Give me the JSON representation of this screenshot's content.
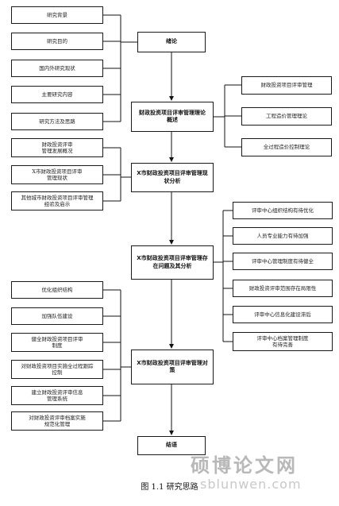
{
  "diagram": {
    "main_nodes": [
      "绪论",
      "财政投资项目评审管理理论\n概述",
      "X市财政投资项目评审管理现\n状分析",
      "X市财政投资项目评审管理存\n在问题及其分析",
      "X市财政投资项目评审管理对\n策",
      "结语"
    ],
    "left_nodes": {
      "intro": [
        "研究背景",
        "研究目的",
        "国内外研究现状",
        "主要研究内容",
        "研究方法及思路"
      ],
      "status": [
        "财政投资评审\n管理发展概况",
        "X市财政投资项目评审\n管理现状",
        "其他城市财政投资项目评审管理\n经验及启示"
      ],
      "measures": [
        "优化组织结构",
        "加强队伍建设",
        "健全财政投资项目评审\n制度",
        "对财政投资项目实施全过程跟踪\n控制",
        "建立财政投资评审信息\n管理系统",
        "对财政投资评审档案实施\n规范化管理"
      ]
    },
    "right_nodes": {
      "theory": [
        "财政投资项目评审管理",
        "工程造价管理理论",
        "全过程造价控制理论"
      ],
      "problems": [
        "评审中心组织结构有待优化",
        "人员专业能力有待加强",
        "评审中心管理制度有待健全",
        "财政投资评审范围存在局限性",
        "评审中心信息化建设滞后",
        "评审中心档案管理制度\n有待完善"
      ]
    }
  },
  "caption": "图 1.1    研究思路",
  "watermark": {
    "text": "硕博论文网",
    "url": "sblunwen.com"
  }
}
